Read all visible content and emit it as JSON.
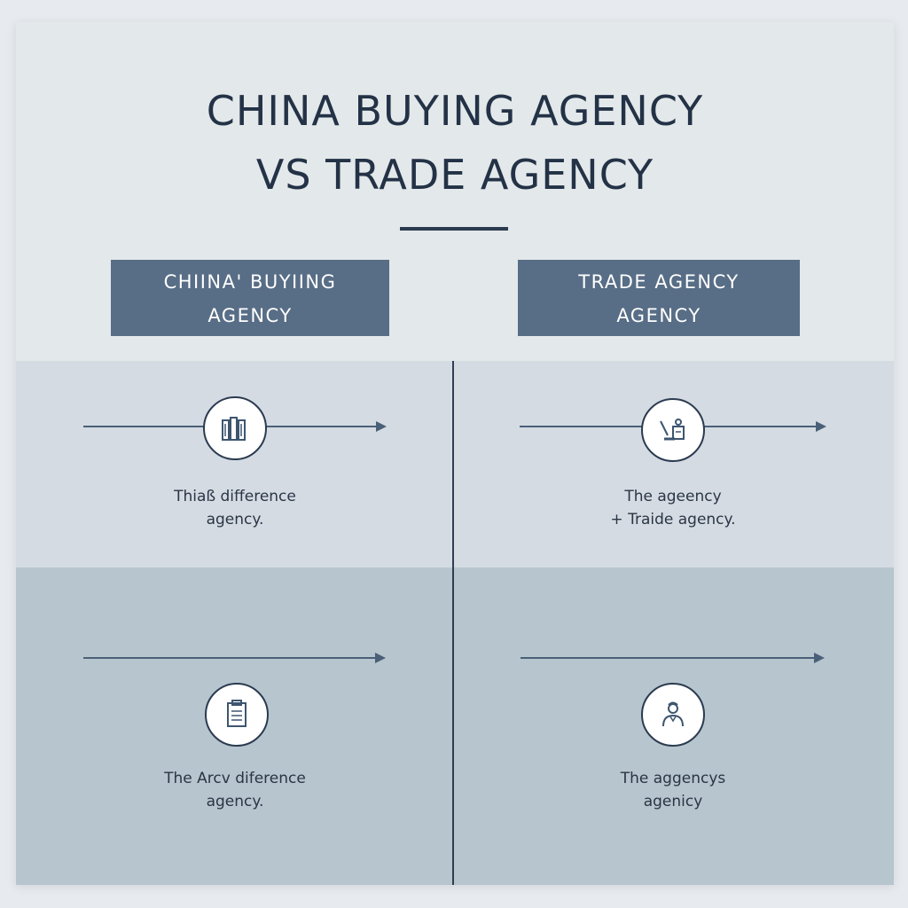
{
  "title": {
    "line1": "CHINA BUYING AGENCY",
    "line2": "VS TRADE AGENCY"
  },
  "columns": {
    "left": {
      "line1": "CHIINA' BUYIING",
      "line2": "AGENCY"
    },
    "right": {
      "line1": "TRADE AGENCY",
      "line2": "AGENCY"
    }
  },
  "cells": {
    "top_left": {
      "icon": "books-icon",
      "line1": "Thiaß difference",
      "line2": "agency."
    },
    "top_right": {
      "icon": "agent-package-icon",
      "line1": "The ageency",
      "line2": "+ Traide agency."
    },
    "bottom_left": {
      "icon": "document-icon",
      "line1": "The Arcv diference",
      "line2": "agency."
    },
    "bottom_right": {
      "icon": "person-icon",
      "line1": "The aggencys",
      "line2": "agenicy"
    }
  },
  "colors": {
    "background": "#e3e8ea",
    "title": "#233246",
    "label_fill": "#586d86",
    "band_light": "#d4dbe2",
    "band_dark": "#b7c5ce",
    "line": "#4a6078"
  }
}
